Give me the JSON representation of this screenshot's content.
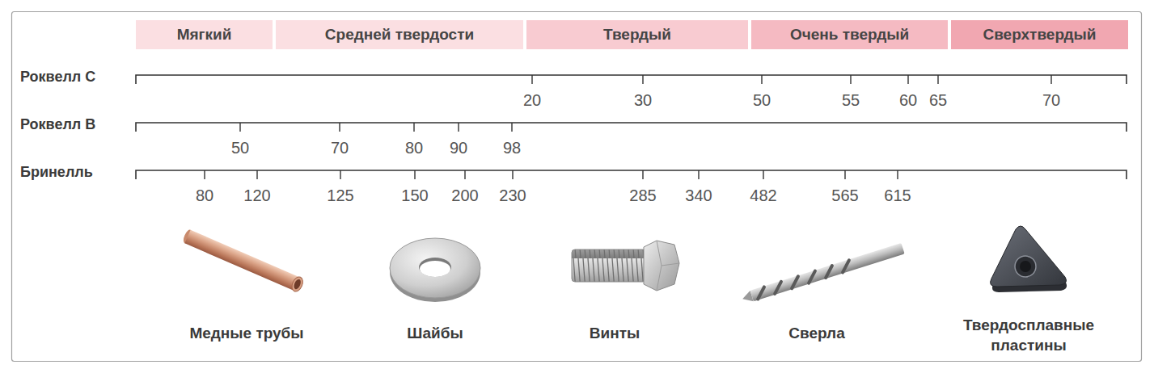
{
  "diagram": {
    "nodes": [
      {
        "text": [
          "Мягкий"
        ]
      },
      {
        "text": [
          "Средней твердости"
        ]
      },
      {
        "text": [
          "Твердый"
        ]
      },
      {
        "text": [
          "Очень твердый"
        ]
      },
      {
        "text": [
          "Сверхтвердый"
        ]
      }
    ],
    "labels": [
      "Роквелл C",
      "20",
      "30",
      "50",
      "55",
      "60",
      "65",
      "70",
      "Роквелл B",
      "50",
      "70",
      "80",
      "90",
      "98",
      "Бринелль",
      "80",
      "120",
      "125",
      "150",
      "200",
      "230",
      "285",
      "340",
      "482",
      "565",
      "615",
      "Медные трубы",
      "Шайбы",
      "Винты",
      "Сверла",
      "Твердосплавные пластины"
    ]
  }
}
